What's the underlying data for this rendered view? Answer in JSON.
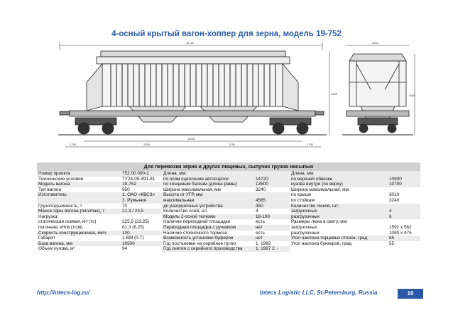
{
  "title": "4-осный крытый вагон-хоппер для зерна, модель 19-752",
  "table": {
    "heading": "Для перевозки зерна и других пищевых, сыпучих грузов насыпью",
    "col1": [
      {
        "label": "Номер проекта",
        "value": "752.00.000-1"
      },
      {
        "label": "Технические условия",
        "value": "ТУ24-05-491-81"
      },
      {
        "label": "Модель вагона",
        "value": "19-752"
      },
      {
        "label": "Тип вагона",
        "value": "950"
      },
      {
        "label": "Изготовитель",
        "value": "1. ОАО «КВСЗ»\n2. Румыния"
      },
      {
        "label": "Грузоподъемность, т",
        "value": "70"
      },
      {
        "label": "Масса тары вагона (min/max), т",
        "value": "21,3 / 23,5"
      },
      {
        "label": "Нагрузка:\n      статическая осевая, кН (тс)\n      погонная, кН/м (тс/м)",
        "value": "\n225,5 (23,25)\n61,3 (6,25)"
      },
      {
        "label": "Скорость конструкционная, км/ч",
        "value": "120"
      },
      {
        "label": "Габарит",
        "value": "1-ВМ (0-Т)"
      },
      {
        "label": "База вагона, мм",
        "value": "10500"
      },
      {
        "label": "Объем кузова, м³",
        "value": "94"
      }
    ],
    "col2": [
      {
        "label": "Длина, мм:\n      по осям сцепления автосцепок\n      по концевым балкам (длина рамы)",
        "value": "\n14720\n13500"
      },
      {
        "label": "Ширина максимальная, мм",
        "value": "3240"
      },
      {
        "label": "Высота от УГР, мм:\n      максимальная\n      до разгрузочных устройства",
        "value": "\n4565\n350"
      },
      {
        "label": "Количество осей, шт.",
        "value": "4"
      },
      {
        "label": "Модель 2-осной тележки",
        "value": "18-100"
      },
      {
        "label": "Наличие переходной площадки",
        "value": "есть"
      },
      {
        "label": "Переходная площадка с ручником",
        "value": "нет"
      },
      {
        "label": "Наличие стояночного тормоза",
        "value": "есть"
      },
      {
        "label": "Возможность установки буферов",
        "value": "нет"
      },
      {
        "label": "Год постановки на серийное пр-во",
        "value": "1. 1982"
      },
      {
        "label": "Год снятия с серийного производства",
        "value": "1. 1987 2. -"
      }
    ],
    "col3": [
      {
        "label": "Длина, мм:\n      по верхней обвязке\n      кузова внутри (по верху)",
        "value": "\n10900\n10700"
      },
      {
        "label": "Ширина максимальная, мм:\n      по крыше\n      по стойкам",
        "value": "\n3010\n3240"
      },
      {
        "label": "Количество люков, шт.:\n      загрузочных\n      разгрузочных",
        "value": "\n4\n6"
      },
      {
        "label": "Размеры люка в свету, мм:\n      загрузочных\n      разгрузочных",
        "value": "\n1592 x 562\n1080 x 475"
      },
      {
        "label": "Угол наклона торцовых стенок, град",
        "value": "65"
      },
      {
        "label": "Угол наклона бункеров, град",
        "value": "55"
      }
    ]
  },
  "drawing_dims": {
    "top_overall": "14720",
    "bottom_base": "10500",
    "bottom_a": "2250",
    "bottom_b": "2250",
    "bottom_left": "1750",
    "bottom_right": "1750",
    "side_height": "4565",
    "end_width": "3240",
    "end_height": "4565"
  },
  "footer": {
    "url": "http://intecs-log.ru/",
    "company": "Intecs Logistic LLC, St-Petersburg, Russia",
    "page": "16"
  }
}
